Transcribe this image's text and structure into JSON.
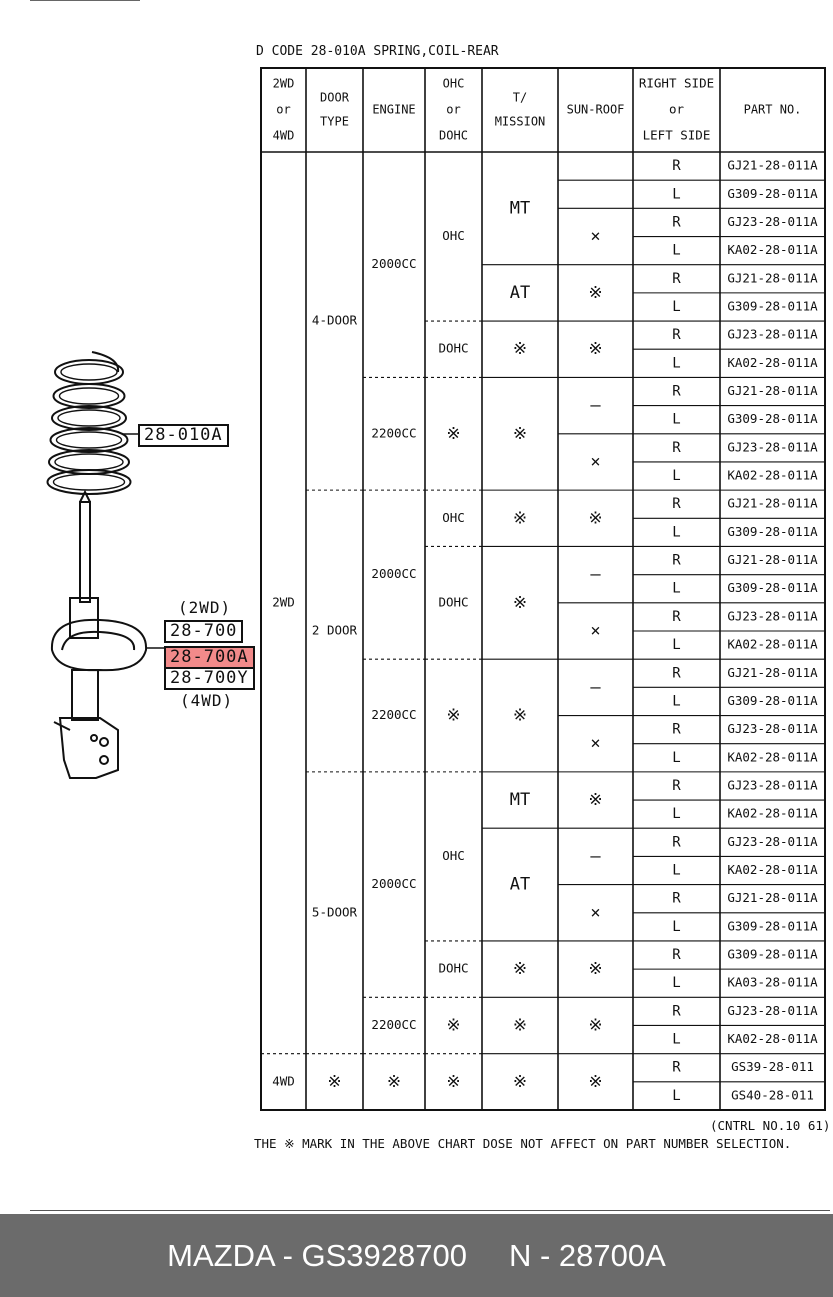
{
  "header": {
    "code_line": "D CODE  28-010A SPRING,COIL-REAR"
  },
  "columns": [
    "2WD\nor\n4WD",
    "DOOR\nTYPE",
    "ENGINE",
    "OHC\nor\nDOHC",
    "T/\nMISSION",
    "SUN-ROOF",
    "RIGHT SIDE\nor\nLEFT SIDE",
    "PART NO."
  ],
  "rows": [
    {
      "side": "R",
      "part": "GJ21-28-011A"
    },
    {
      "side": "L",
      "part": "G309-28-011A"
    },
    {
      "side": "R",
      "part": "GJ23-28-011A"
    },
    {
      "side": "L",
      "part": "KA02-28-011A"
    },
    {
      "side": "R",
      "part": "GJ21-28-011A"
    },
    {
      "side": "L",
      "part": "G309-28-011A"
    },
    {
      "side": "R",
      "part": "GJ23-28-011A"
    },
    {
      "side": "L",
      "part": "KA02-28-011A"
    },
    {
      "side": "R",
      "part": "GJ21-28-011A"
    },
    {
      "side": "L",
      "part": "G309-28-011A"
    },
    {
      "side": "R",
      "part": "GJ23-28-011A"
    },
    {
      "side": "L",
      "part": "KA02-28-011A"
    },
    {
      "side": "R",
      "part": "GJ21-28-011A"
    },
    {
      "side": "L",
      "part": "G309-28-011A"
    },
    {
      "side": "R",
      "part": "GJ21-28-011A"
    },
    {
      "side": "L",
      "part": "G309-28-011A"
    },
    {
      "side": "R",
      "part": "GJ23-28-011A"
    },
    {
      "side": "L",
      "part": "KA02-28-011A"
    },
    {
      "side": "R",
      "part": "GJ21-28-011A"
    },
    {
      "side": "L",
      "part": "G309-28-011A"
    },
    {
      "side": "R",
      "part": "GJ23-28-011A"
    },
    {
      "side": "L",
      "part": "KA02-28-011A"
    },
    {
      "side": "R",
      "part": "GJ23-28-011A"
    },
    {
      "side": "L",
      "part": "KA02-28-011A"
    },
    {
      "side": "R",
      "part": "GJ23-28-011A"
    },
    {
      "side": "L",
      "part": "KA02-28-011A"
    },
    {
      "side": "R",
      "part": "GJ21-28-011A"
    },
    {
      "side": "L",
      "part": "G309-28-011A"
    },
    {
      "side": "R",
      "part": "G309-28-011A"
    },
    {
      "side": "L",
      "part": "KA03-28-011A"
    },
    {
      "side": "R",
      "part": "GJ23-28-011A"
    },
    {
      "side": "L",
      "part": "KA02-28-011A"
    },
    {
      "side": "R",
      "part": "GS39-28-011"
    },
    {
      "side": "L",
      "part": "GS40-28-011"
    }
  ],
  "merged": {
    "wd": [
      {
        "r0": 0,
        "r1": 32,
        "text": "2WD"
      },
      {
        "r0": 32,
        "r1": 34,
        "text": "4WD"
      }
    ],
    "door": [
      {
        "r0": 0,
        "r1": 12,
        "text": "4-DOOR"
      },
      {
        "r0": 12,
        "r1": 22,
        "text": "2 DOOR"
      },
      {
        "r0": 22,
        "r1": 32,
        "text": "5-DOOR"
      },
      {
        "r0": 32,
        "r1": 34,
        "text": "※"
      }
    ],
    "engine": [
      {
        "r0": 0,
        "r1": 8,
        "text": "2000CC"
      },
      {
        "r0": 8,
        "r1": 12,
        "text": "2200CC"
      },
      {
        "r0": 12,
        "r1": 18,
        "text": "2000CC"
      },
      {
        "r0": 18,
        "r1": 22,
        "text": "2200CC"
      },
      {
        "r0": 22,
        "r1": 30,
        "text": "2000CC"
      },
      {
        "r0": 30,
        "r1": 32,
        "text": "2200CC"
      },
      {
        "r0": 32,
        "r1": 34,
        "text": "※"
      }
    ],
    "ohc": [
      {
        "r0": 0,
        "r1": 6,
        "text": "OHC"
      },
      {
        "r0": 6,
        "r1": 8,
        "text": "DOHC"
      },
      {
        "r0": 8,
        "r1": 12,
        "text": "※"
      },
      {
        "r0": 12,
        "r1": 14,
        "text": "OHC"
      },
      {
        "r0": 14,
        "r1": 18,
        "text": "DOHC"
      },
      {
        "r0": 18,
        "r1": 22,
        "text": "※"
      },
      {
        "r0": 22,
        "r1": 28,
        "text": "OHC"
      },
      {
        "r0": 28,
        "r1": 30,
        "text": "DOHC"
      },
      {
        "r0": 30,
        "r1": 32,
        "text": "※"
      },
      {
        "r0": 32,
        "r1": 34,
        "text": "※"
      }
    ],
    "mission": [
      {
        "r0": 0,
        "r1": 4,
        "text": "MT"
      },
      {
        "r0": 4,
        "r1": 6,
        "text": "AT"
      },
      {
        "r0": 6,
        "r1": 8,
        "text": "※"
      },
      {
        "r0": 8,
        "r1": 12,
        "text": "※"
      },
      {
        "r0": 12,
        "r1": 14,
        "text": "※"
      },
      {
        "r0": 14,
        "r1": 18,
        "text": "※"
      },
      {
        "r0": 18,
        "r1": 22,
        "text": "※"
      },
      {
        "r0": 22,
        "r1": 24,
        "text": "MT"
      },
      {
        "r0": 24,
        "r1": 28,
        "text": "AT"
      },
      {
        "r0": 28,
        "r1": 30,
        "text": "※"
      },
      {
        "r0": 30,
        "r1": 32,
        "text": "※"
      },
      {
        "r0": 32,
        "r1": 34,
        "text": "※"
      }
    ],
    "sunroof": [
      {
        "r0": 0,
        "r1": 1,
        "text": ""
      },
      {
        "r0": 1,
        "r1": 2,
        "text": ""
      },
      {
        "r0": 2,
        "r1": 4,
        "text": "×"
      },
      {
        "r0": 4,
        "r1": 6,
        "text": "※"
      },
      {
        "r0": 6,
        "r1": 8,
        "text": "※"
      },
      {
        "r0": 8,
        "r1": 10,
        "text": "–"
      },
      {
        "r0": 10,
        "r1": 12,
        "text": "×"
      },
      {
        "r0": 12,
        "r1": 14,
        "text": "※"
      },
      {
        "r0": 14,
        "r1": 16,
        "text": "–"
      },
      {
        "r0": 16,
        "r1": 18,
        "text": "×"
      },
      {
        "r0": 18,
        "r1": 20,
        "text": "–"
      },
      {
        "r0": 20,
        "r1": 22,
        "text": "×"
      },
      {
        "r0": 22,
        "r1": 24,
        "text": "※"
      },
      {
        "r0": 24,
        "r1": 26,
        "text": "–"
      },
      {
        "r0": 26,
        "r1": 28,
        "text": "×"
      },
      {
        "r0": 28,
        "r1": 30,
        "text": "※"
      },
      {
        "r0": 30,
        "r1": 32,
        "text": "※"
      },
      {
        "r0": 32,
        "r1": 34,
        "text": "※"
      }
    ]
  },
  "diagram": {
    "spring_label": "28-010A",
    "wd2_label": "(2WD)",
    "part_700": "28-700",
    "part_700a": "28-700A",
    "part_700y": "28-700Y",
    "wd4_label": "(4WD)",
    "highlight_color": "#f28a8a"
  },
  "cntrl_no": "(CNTRL NO.10 61)",
  "note": "THE ※ MARK IN THE ABOVE CHART DOSE NOT AFFECT ON PART NUMBER SELECTION.",
  "footer": {
    "left": "MAZDA - GS3928700",
    "right": "N - 28700A"
  }
}
